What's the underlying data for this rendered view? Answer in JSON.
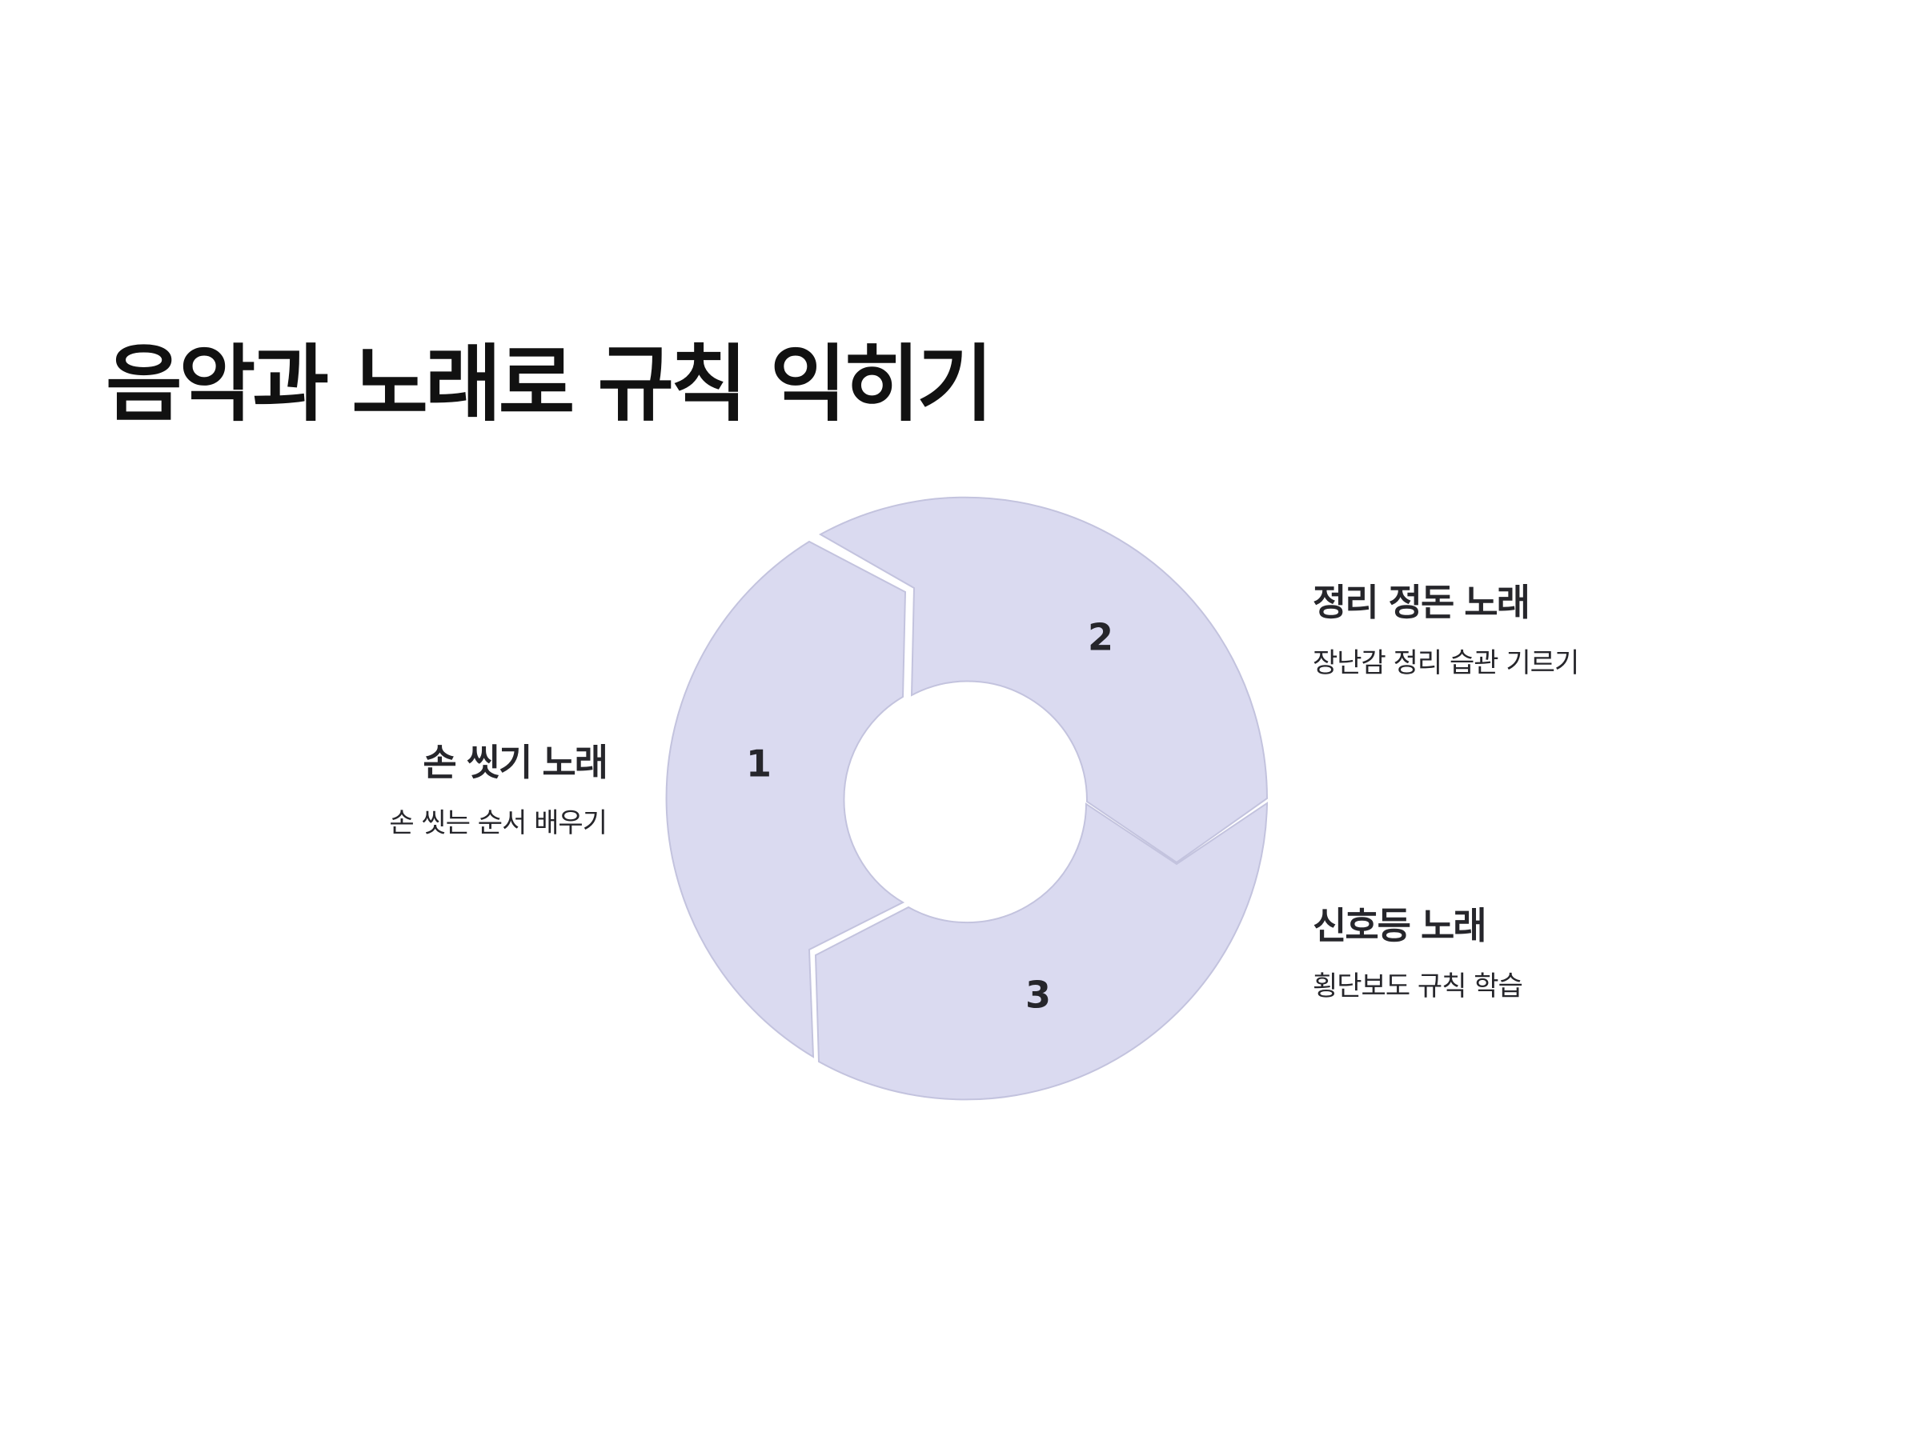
{
  "title": "음악과 노래로 규칙 익히기",
  "colors": {
    "segment_fill": "#dadaf0",
    "segment_stroke": "#c3c3de",
    "text": "#26262b",
    "title": "#111111",
    "background": "#ffffff"
  },
  "cycle": {
    "steps": [
      {
        "number": "1",
        "title": "손 씻기 노래",
        "description": "손 씻는 순서 배우기"
      },
      {
        "number": "2",
        "title": "정리 정돈 노래",
        "description": "장난감 정리 습관 기르기"
      },
      {
        "number": "3",
        "title": "신호등 노래",
        "description": "횡단보도 규칙 학습"
      }
    ]
  }
}
